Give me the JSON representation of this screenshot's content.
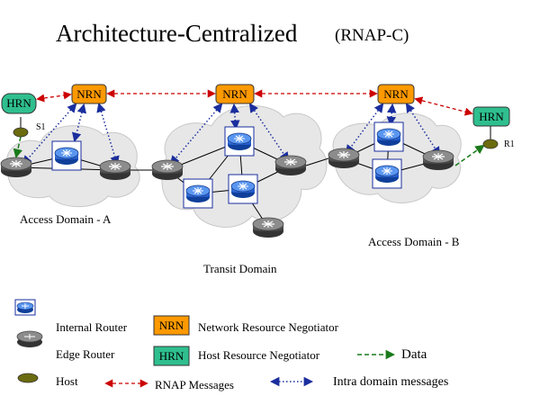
{
  "title": {
    "main": "Architecture-Centralized",
    "sub": "(RNAP-C)"
  },
  "domains": {
    "access_a": "Access Domain - A",
    "transit": "Transit Domain",
    "access_b": "Access Domain - B"
  },
  "nodes": {
    "nrn": "NRN",
    "hrn": "HRN",
    "host_s1": "S1",
    "host_r1": "R1"
  },
  "legend": {
    "internal_router": "Internal Router",
    "edge_router": "Edge Router",
    "host": "Host",
    "nrn_abbr": "NRN",
    "nrn_desc": "Network Resource Negotiator",
    "hrn_abbr": "HRN",
    "hrn_desc": "Host Resource Negotiator",
    "data": "Data",
    "rnap_messages": "RNAP Messages",
    "intra_domain_messages": "Intra domain messages"
  },
  "colors": {
    "nrn_fill": "#ff9900",
    "hrn_fill": "#2fbf8f",
    "rnap_arrow": "#cc0000",
    "intra_arrow": "#1a2e9e",
    "data_arrow": "#1a7a1a",
    "cloud": "#e7e7e7",
    "internal_router": "#2b6fe0",
    "edge_router": "#555555",
    "host": "#6b6b10"
  }
}
